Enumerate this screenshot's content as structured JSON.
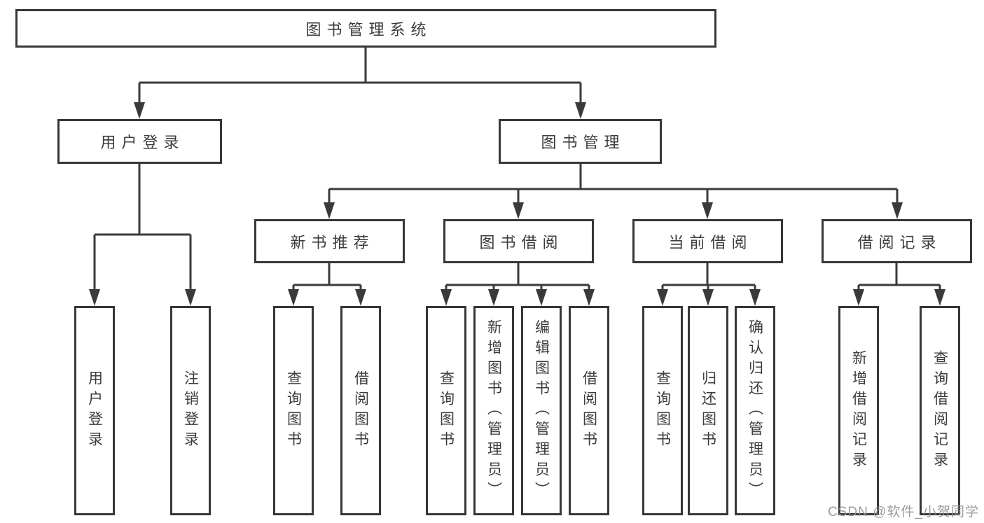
{
  "tree": {
    "root": {
      "label": "图书管理系统"
    },
    "branches": [
      {
        "label": "用户登录",
        "children": [
          "用户登录",
          "注销登录"
        ]
      },
      {
        "label": "图书管理",
        "sections": [
          {
            "label": "新书推荐",
            "children": [
              "查询图书",
              "借阅图书"
            ]
          },
          {
            "label": "图书借阅",
            "children": [
              "查询图书",
              "新增图书（管理员）",
              "编辑图书（管理员）",
              "借阅图书"
            ]
          },
          {
            "label": "当前借阅",
            "children": [
              "查询图书",
              "归还图书",
              "确认归还（管理员）"
            ]
          },
          {
            "label": "借阅记录",
            "children": [
              "新增借阅记录",
              "查询借阅记录"
            ]
          }
        ]
      }
    ]
  },
  "watermark": "CSDN @软件_小贺同学",
  "palette": {
    "box_border": "#373737",
    "connector_line": "#3a3a3a",
    "text": "#3c3c3c",
    "watermark_text": "#949494",
    "background": "#ffffff"
  }
}
